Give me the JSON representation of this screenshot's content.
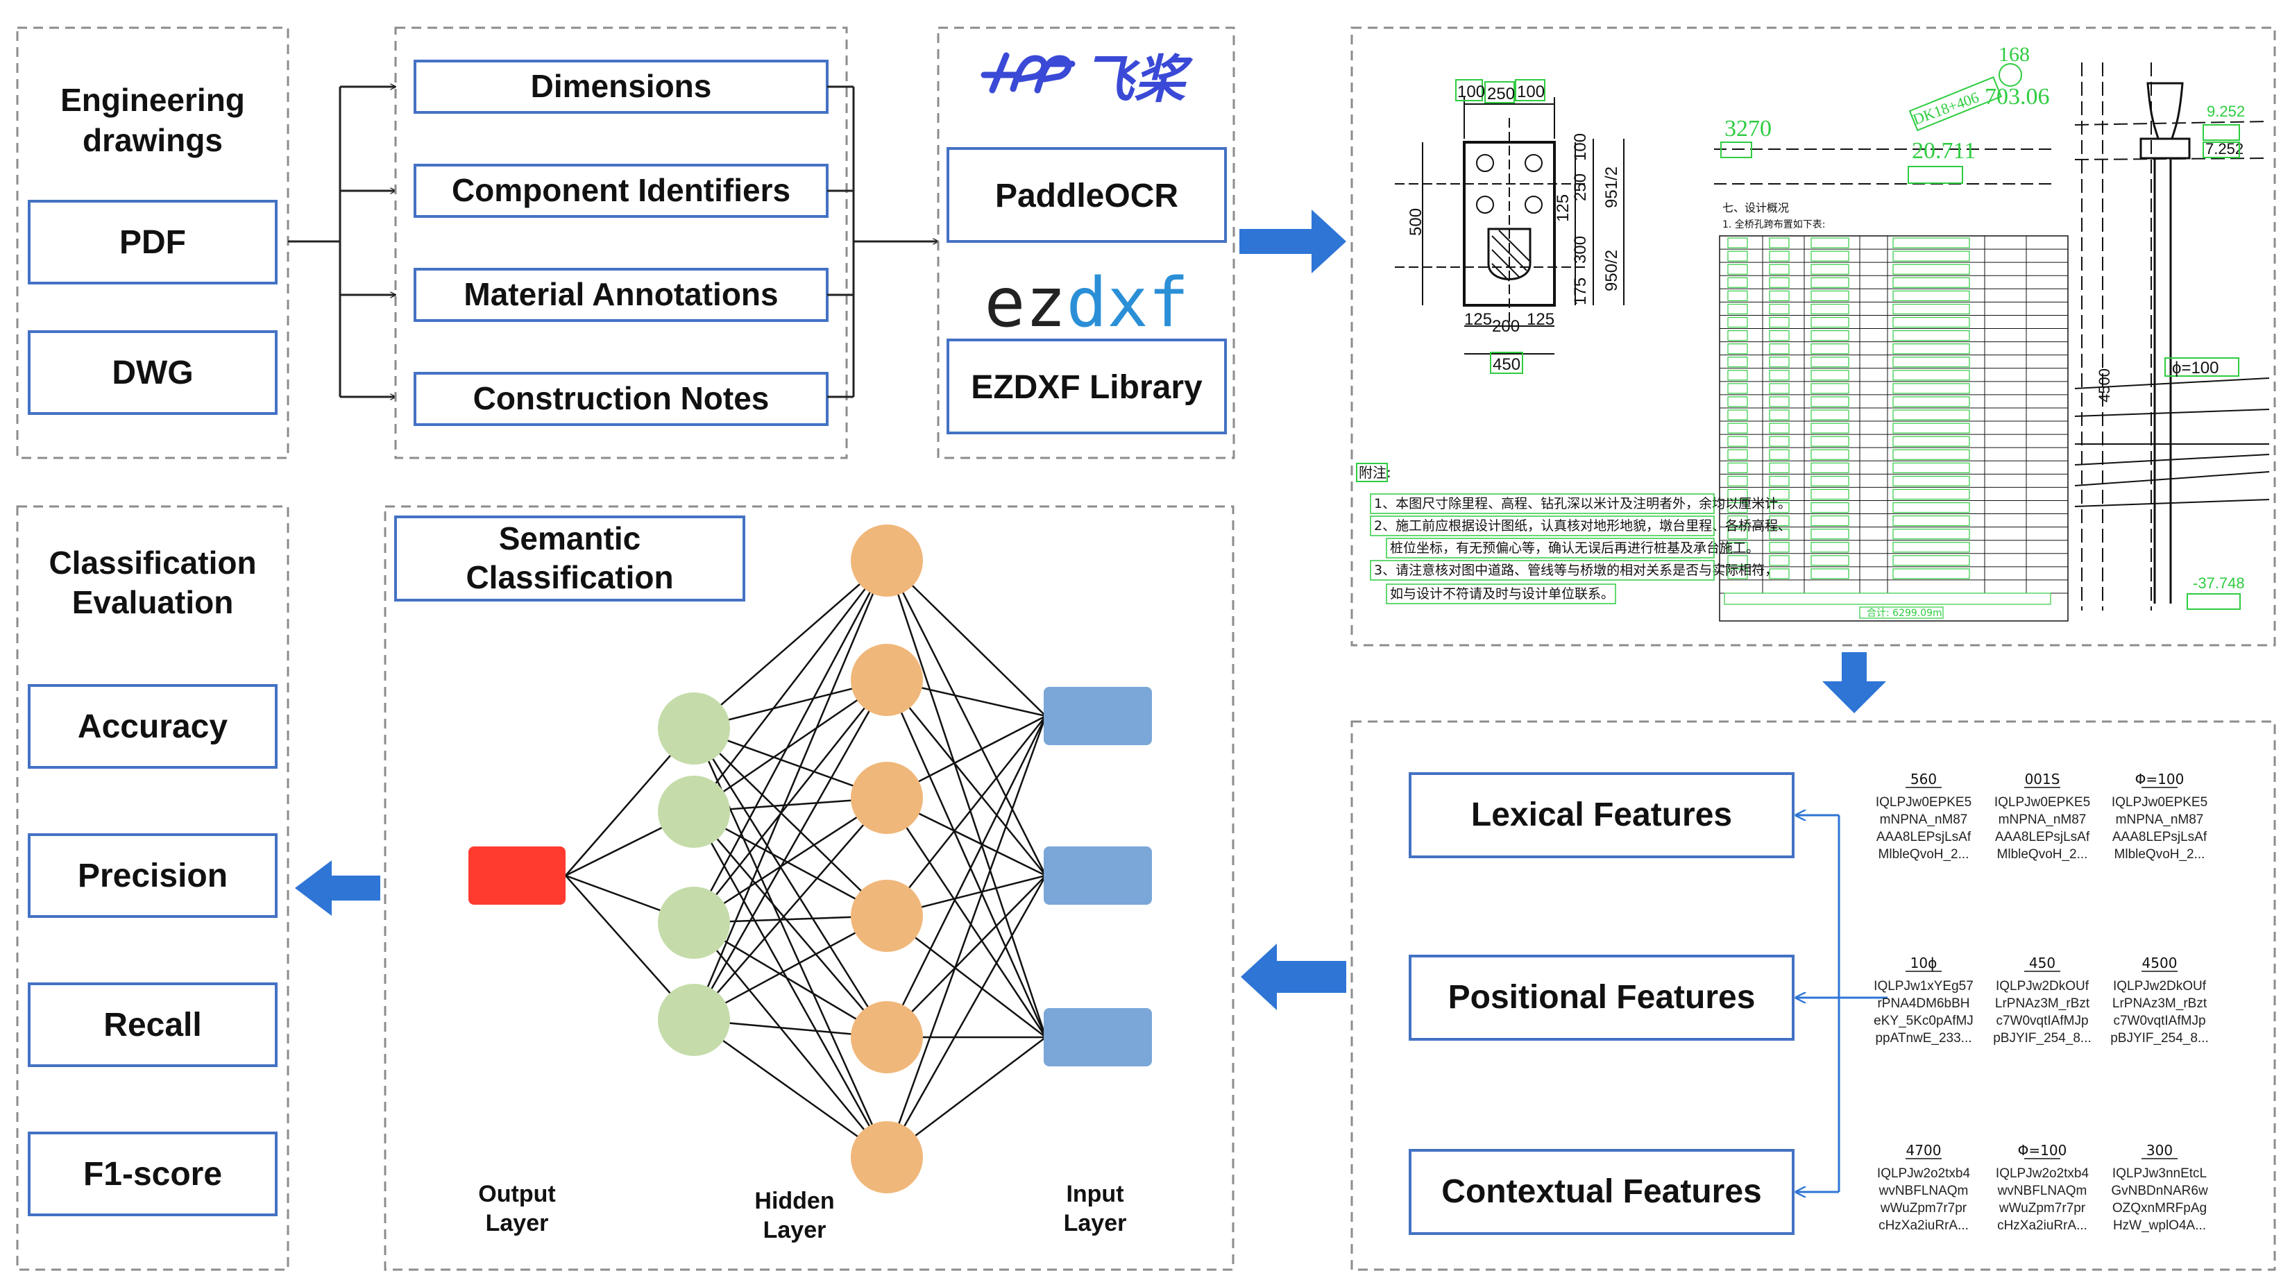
{
  "colors": {
    "box_border": "#4472c4",
    "panel_border": "#8c8c8c",
    "arrow": "#2e75d6",
    "output_node": "#ff3b30",
    "input_node": "#7aa6d8",
    "hidden_green": "#c5dcaa",
    "hidden_orange": "#f0b77a",
    "drawing_green": "#2ecc40",
    "paddle_logo": "#3a49d6",
    "ezdxf_accent": "#2a8fd6"
  },
  "inputs": {
    "title": "Engineering drawings",
    "title_line1": "Engineering",
    "title_line2": "drawings",
    "items": [
      "PDF",
      "DWG"
    ]
  },
  "categories": {
    "items": [
      "Dimensions",
      "Component Identifiers",
      "Material Annotations",
      "Construction Notes"
    ]
  },
  "tools": {
    "paddle_logo_mark": "飞桨",
    "paddle_label": "PaddleOCR",
    "ezdxf_logo": {
      "part1": "ez",
      "part2": "dxf"
    },
    "ezdxf_label": "EZDXF Library"
  },
  "drawing": {
    "dims": [
      "100",
      "250",
      "100",
      "125",
      "200",
      "125",
      "450",
      "500",
      "100",
      "250",
      "125",
      "951/2",
      "300",
      "175",
      "950/2"
    ],
    "elev_labels": [
      "3270",
      "20.711",
      "168",
      "DK18+406",
      "703.06",
      "9.252",
      "7.252",
      "ϕ=100",
      "4500",
      "-37.748"
    ],
    "notes_title": "附注:",
    "notes": [
      "1、本图尺寸除里程、高程、钻孔深以米计及注明者外，余均以厘米计。",
      "2、施工前应根据设计图纸，认真核对地形地貌，墩台里程、各桥高程、",
      "桩位坐标，有无预偏心等，确认无误后再进行桩基及承台施工。",
      "3、请注意核对图中道路、管线等与桥墩的相对关系是否与实际相符，",
      "如与设计不符请及时与设计单位联系。"
    ],
    "table_title": "七、设计概况",
    "table_subtitle": "1. 全桥孔跨布置如下表:",
    "table_footer": "合计: 6299.09m"
  },
  "features": {
    "items": [
      "Lexical Features",
      "Positional Features",
      "Contextual Features"
    ],
    "samples": [
      [
        {
          "label": "560",
          "lines": [
            "IQLPJw0EPKE5",
            "mNPNA_nM87",
            "AAA8LEPsjLsAf",
            "MlbleQvoH_2..."
          ]
        },
        {
          "label": "001S",
          "lines": [
            "IQLPJw0EPKE5",
            "mNPNA_nM87",
            "AAA8LEPsjLsAf",
            "MlbleQvoH_2..."
          ]
        },
        {
          "label": "Φ=100",
          "lines": [
            "IQLPJw0EPKE5",
            "mNPNA_nM87",
            "AAA8LEPsjLsAf",
            "MlbleQvoH_2..."
          ]
        }
      ],
      [
        {
          "label": "10ϕ",
          "lines": [
            "IQLPJw1xYEg57",
            "rPNA4DM6bBH",
            "eKY_5Kc0pAfMJ",
            "ppATnwE_233..."
          ]
        },
        {
          "label": "450",
          "lines": [
            "IQLPJw2DkOUf",
            "LrPNAz3M_rBzt",
            "c7W0vqtIAfMJp",
            "pBJYIF_254_8..."
          ]
        },
        {
          "label": "4500",
          "lines": [
            "IQLPJw2DkOUf",
            "LrPNAz3M_rBzt",
            "c7W0vqtIAfMJp",
            "pBJYIF_254_8..."
          ]
        }
      ],
      [
        {
          "label": "4700",
          "lines": [
            "IQLPJw2o2txb4",
            "wvNBFLNAQm",
            "wWuZpm7r7pr",
            "cHzXa2iuRrA..."
          ]
        },
        {
          "label": "Φ=100",
          "lines": [
            "IQLPJw2o2txb4",
            "wvNBFLNAQm",
            "wWuZpm7r7pr",
            "cHzXa2iuRrA..."
          ]
        },
        {
          "label": "300",
          "lines": [
            "IQLPJw3nnEtcL",
            "GvNBDnNAR6w",
            "OZQxnMRFpAg",
            "HzW_wplO4A..."
          ]
        }
      ]
    ]
  },
  "semantic": {
    "title_line1": "Semantic",
    "title_line2": "Classification",
    "output_label": [
      "Output",
      "Layer"
    ],
    "hidden_label": [
      "Hidden",
      "Layer"
    ],
    "input_label": [
      "Input",
      "Layer"
    ]
  },
  "evaluation": {
    "title_line1": "Classification",
    "title_line2": "Evaluation",
    "items": [
      "Accuracy",
      "Precision",
      "Recall",
      "F1-score"
    ]
  }
}
